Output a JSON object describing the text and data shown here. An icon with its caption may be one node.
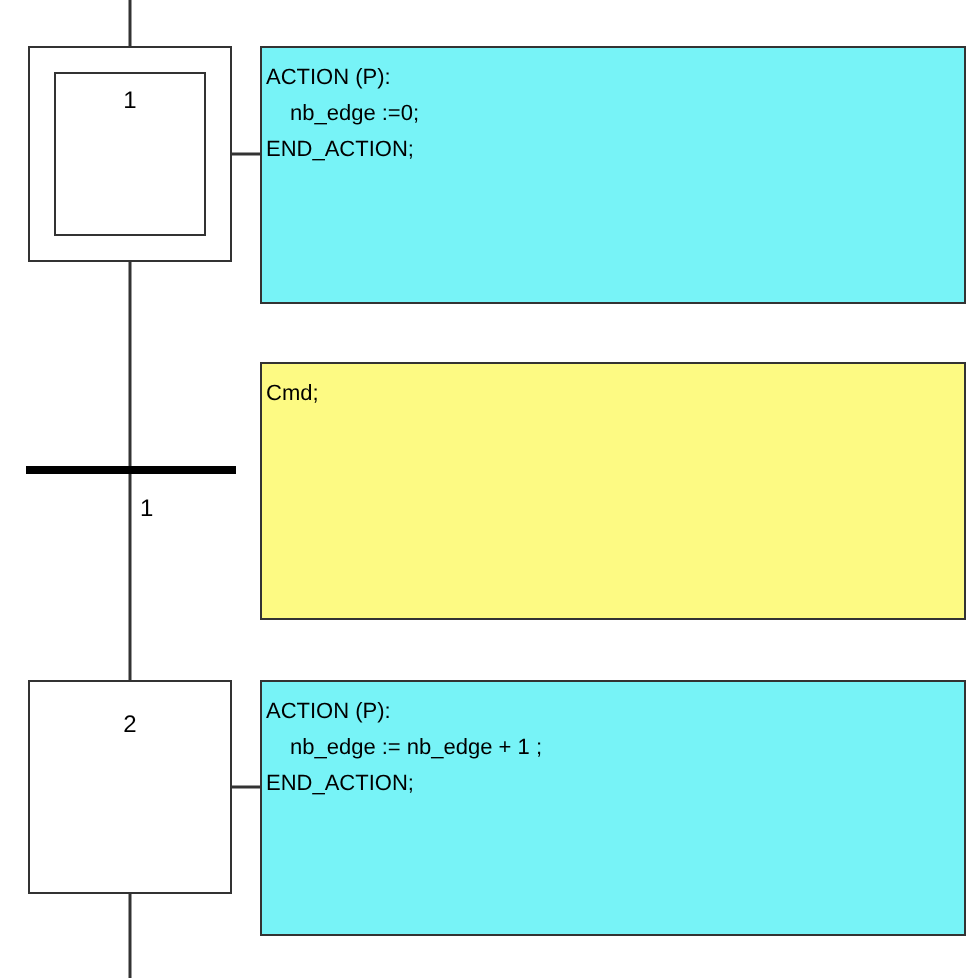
{
  "diagram": {
    "nodes": [
      {
        "text": [
          "1"
        ]
      },
      {
        "text": [
          "ACTION (P):",
          "nb_edge :=0;",
          "END_ACTION;"
        ]
      },
      {
        "text": [],
        "shape": "bar",
        "beside": [
          "1"
        ]
      },
      {
        "text": [
          "Cmd;"
        ]
      },
      {
        "text": [
          "2"
        ]
      },
      {
        "text": [
          "ACTION (P):",
          "nb_edge := nb_edge + 1 ;",
          "END_ACTION;"
        ]
      }
    ],
    "edges": [
      {
        "from": null,
        "to": 0,
        "arrow": "none"
      },
      {
        "from": 0,
        "to": 1,
        "arrow": "none"
      },
      {
        "from": 0,
        "to": 2,
        "arrow": "none"
      },
      {
        "from": 2,
        "to": 4,
        "arrow": "none"
      },
      {
        "from": 4,
        "to": 5,
        "arrow": "none"
      },
      {
        "from": 4,
        "to": null,
        "arrow": "none"
      }
    ]
  }
}
